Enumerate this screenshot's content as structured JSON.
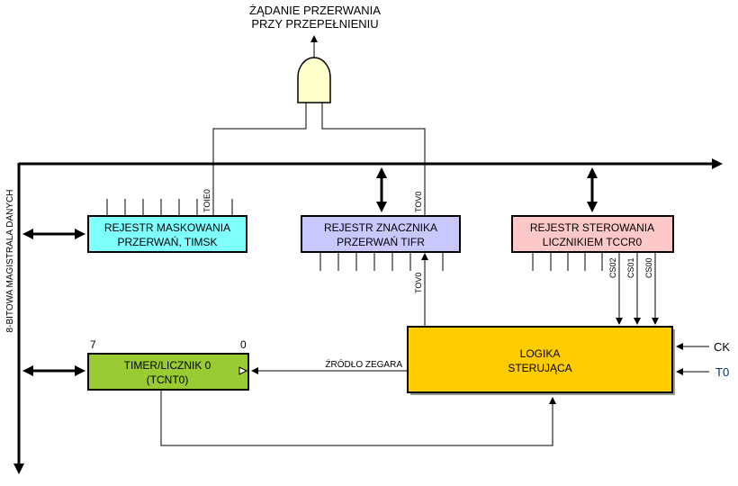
{
  "interrupt_request": {
    "line1": "ŻĄDANIE PRZERWANIA",
    "line2": "PRZY PRZEPEŁNIENIU"
  },
  "data_bus_label": "8-BITOWA MAGISTRALA DANYCH",
  "blocks": {
    "timsk": {
      "line1": "REJESTR MASKOWANIA",
      "line2": "PRZERWAŃ, TIMSK",
      "color": "#80ffff"
    },
    "tifr": {
      "line1": "REJESTR ZNACZNIKA",
      "line2": "PRZERWAŃ TIFR",
      "color": "#c8c8ff"
    },
    "tccr0": {
      "line1": "REJESTR STEROWANIA",
      "line2": "LICZNIKIEM TCCR0",
      "color": "#ffc8c8"
    },
    "tcnt0": {
      "line1": "TIMER/LICZNIK 0",
      "line2": "(TCNT0)",
      "bit_high": "7",
      "bit_low": "0",
      "color": "#99cc33"
    },
    "logic": {
      "line1": "LOGIKA",
      "line2": "STERUJĄCA",
      "color": "#ffcc00"
    }
  },
  "signals": {
    "toie0": "TOIE0",
    "tov0_top": "TOV0",
    "tov0_bottom": "TOV0",
    "cs02": "CS02",
    "cs01": "CS01",
    "cs00": "CS00",
    "clock_source": "ŹRÓDŁO ZEGARA",
    "ck": "CK",
    "t0": "T0"
  },
  "colors": {
    "and_gate": "#ffffcc",
    "t0_text": "#003366",
    "line": "#000000"
  }
}
